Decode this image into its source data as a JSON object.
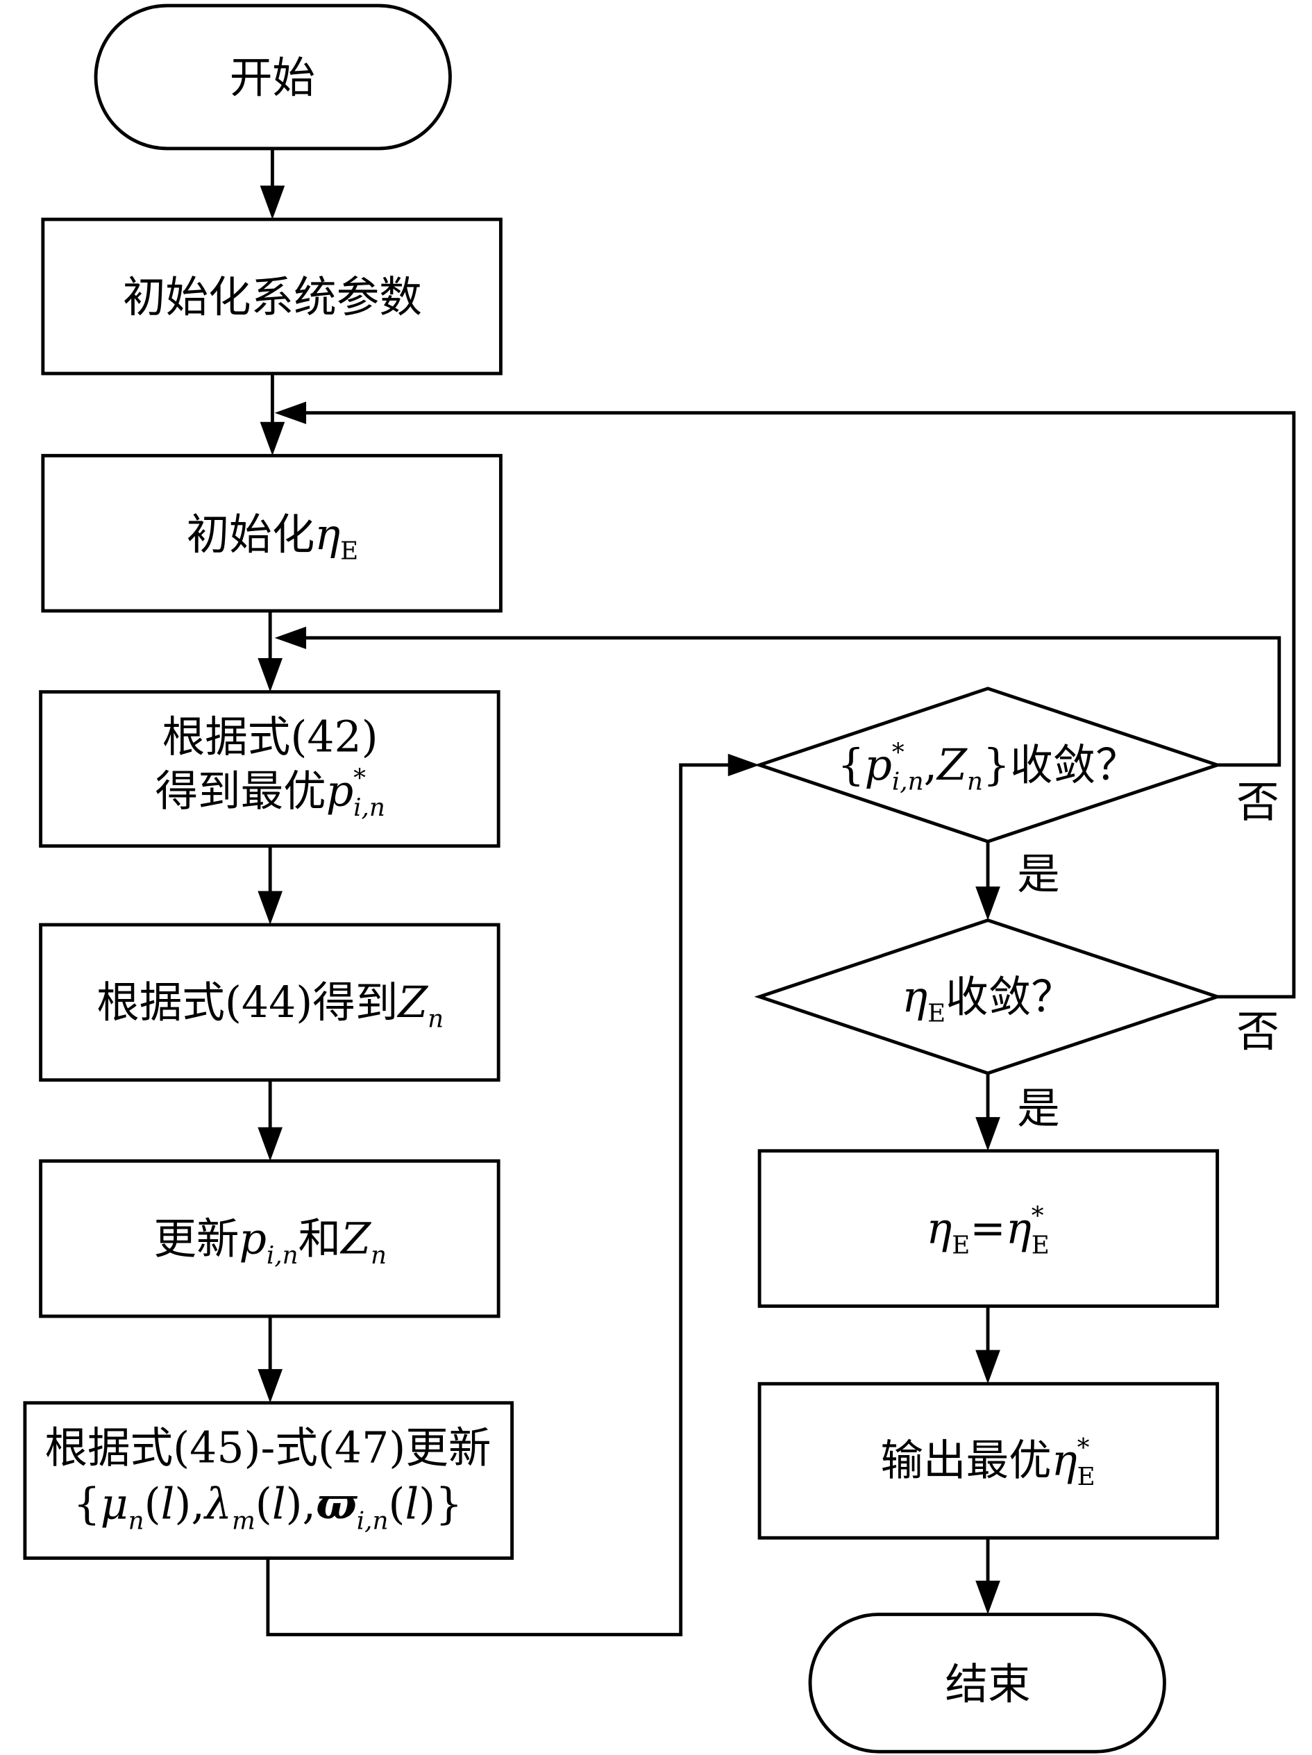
{
  "nodes": {
    "start": {
      "label": "开始"
    },
    "init_params": {
      "label": "初始化系统参数"
    },
    "init_eta": {
      "text": "初始化",
      "var": "η",
      "sub": "E"
    },
    "eq42": {
      "line1": "根据式(42)",
      "text": "得到最优",
      "var": "p",
      "sup": "*",
      "sub": "i,n"
    },
    "eq44": {
      "text": "根据式(44)得到",
      "var": "Z",
      "sub": "n"
    },
    "update": {
      "text1": "更新",
      "var1": "p",
      "sub1": "i,n",
      "text2": "和",
      "var2": "Z",
      "sub2": "n"
    },
    "eq45_47": {
      "line1": "根据式(45)-式(47)更新",
      "line2": {
        "open": "{",
        "mu": "μ",
        "mu_sub": "n",
        "p1_open": "(",
        "p1_l": "l",
        "p1_close": "),",
        "lambda": "λ",
        "lambda_sub": "m",
        "p2_open": "(",
        "p2_l": "l",
        "p2_close": "),",
        "varpi": "ϖ",
        "varpi_sub": "i,n",
        "p3_open": "(",
        "p3_l": "l",
        "p3_close": ")}"
      }
    },
    "check_pz": {
      "open": "{",
      "var1": "p",
      "sup1": "*",
      "sub1": "i,n",
      "sep": ",",
      "var2": "Z",
      "sub2": "n",
      "close": "}收敛？"
    },
    "check_eta": {
      "var": "η",
      "sub": "E",
      "text": "收敛？"
    },
    "assign_eta": {
      "var1": "η",
      "sub1": "E",
      "eq": "=",
      "var2": "η",
      "sup2": "*",
      "sub2": "E"
    },
    "output": {
      "text": "输出最优",
      "var": "η",
      "sup": "*",
      "sub": "E"
    },
    "end": {
      "label": "结束"
    }
  },
  "edge_labels": {
    "check_pz_no": "否",
    "check_pz_yes": "是",
    "check_eta_no": "否",
    "check_eta_yes": "是"
  }
}
